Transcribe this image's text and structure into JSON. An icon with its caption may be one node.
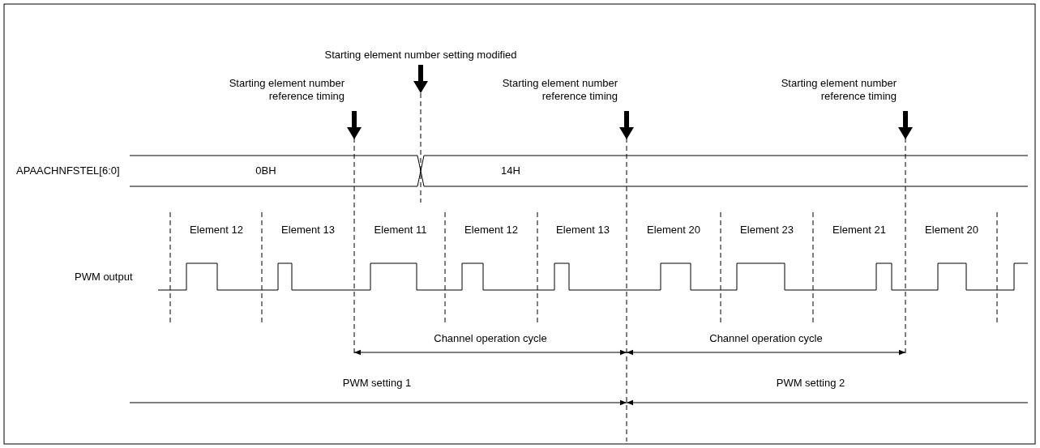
{
  "diagram": {
    "labels": [
      "Starting element number setting modified",
      "Starting element number reference timing",
      "Starting element number reference timing",
      "Starting element number reference timing",
      "APAACHNFSTEL[6:0]",
      "0BH",
      "14H",
      "Element 12",
      "Element 13",
      "Element 11",
      "Element 12",
      "Element 13",
      "Element 20",
      "Element 23",
      "Element 21",
      "Element 20",
      "PWM output",
      "Channel operation cycle",
      "Channel operation cycle",
      "PWM setting 1",
      "PWM setting 2"
    ]
  }
}
